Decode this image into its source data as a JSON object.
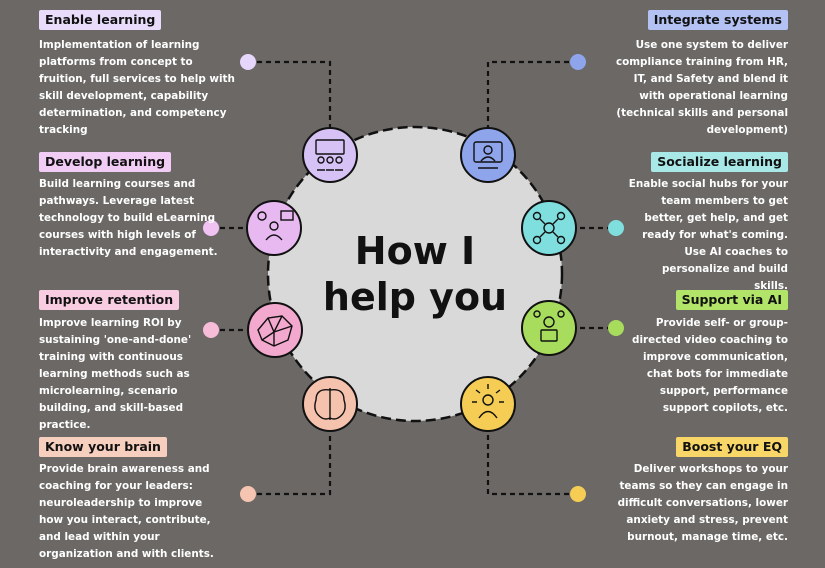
{
  "center_title_line1": "How I",
  "center_title_line2": "help you",
  "left": [
    {
      "title": "Enable learning",
      "color": "#e9dcfb",
      "text": "Implementation of learning platforms from concept to fruition, full services to help with skill development, capability determination, and competency tracking"
    },
    {
      "title": "Develop learning",
      "color": "#f1ccf4",
      "text": "Build learning courses and pathways. Leverage latest technology to build eLearning courses with high levels of interactivity and engagement."
    },
    {
      "title": "Improve retention",
      "color": "#f9cde1",
      "text": "Improve learning ROI by sustaining 'one-and-done' training with continuous learning methods such as microlearning, scenario building, and skill-based practice."
    },
    {
      "title": "Know your brain",
      "color": "#f7cfbf",
      "text": "Provide brain awareness and coaching for your leaders: neuroleadership to improve how you interact, contribute, and lead within your organization and with clients."
    }
  ],
  "right": [
    {
      "title": "Integrate systems",
      "color": "#b4c2f3",
      "text": "Use one system to deliver compliance training from HR, IT, and Safety and blend it with operational learning (technical skills and personal development)"
    },
    {
      "title": "Socialize learning",
      "color": "#a8e8e7",
      "text": "Enable social hubs for your team members to get better, get help, and get ready for what's coming. Use AI coaches to personalize and build skills."
    },
    {
      "title": "Support via AI",
      "color": "#b2e46a",
      "text": "Provide self- or group-directed video coaching to improve communication, chat bots for immediate support, performance support copilots, etc."
    },
    {
      "title": "Boost your EQ",
      "color": "#f8d668",
      "text": "Deliver workshops to your teams so they can engage in difficult conversations, lower anxiety and stress, prevent burnout, manage time, etc."
    }
  ],
  "nodes": [
    {
      "icon": "classroom-icon",
      "color": "#d6c2f5"
    },
    {
      "icon": "video-training-icon",
      "color": "#8ea5ec"
    },
    {
      "icon": "developer-icon",
      "color": "#e8b8f0"
    },
    {
      "icon": "social-network-icon",
      "color": "#7fdede"
    },
    {
      "icon": "brain-network-icon",
      "color": "#f3a9ce"
    },
    {
      "icon": "ai-support-icon",
      "color": "#a8dc5c"
    },
    {
      "icon": "brain-icon",
      "color": "#f4c2ad"
    },
    {
      "icon": "eq-person-icon",
      "color": "#f5cd55"
    }
  ]
}
